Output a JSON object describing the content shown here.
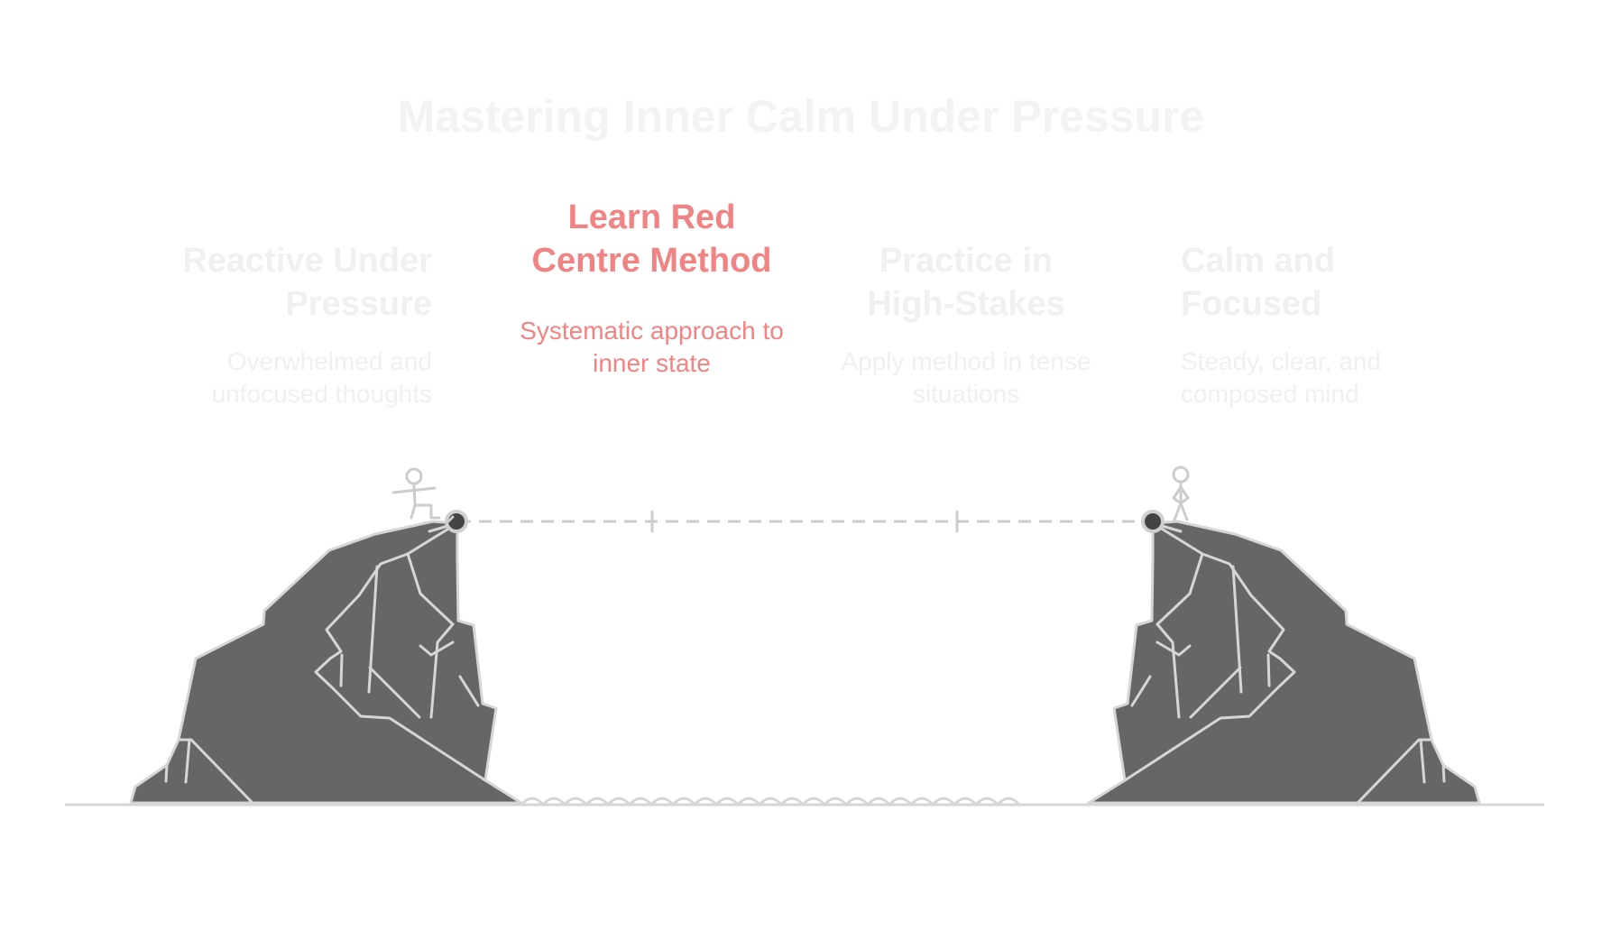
{
  "title": "Mastering Inner Calm Under Pressure",
  "stages": [
    {
      "heading": "Reactive Under Pressure",
      "description": "Overwhelmed and unfocused thoughts",
      "state": "faded"
    },
    {
      "heading": "Learn Red Centre Method",
      "description": "Systematic approach to inner state",
      "state": "active"
    },
    {
      "heading": "Practice in High-Stakes",
      "description": "Apply method in tense situations",
      "state": "faded"
    },
    {
      "heading": "Calm and Focused",
      "description": "Steady, clear, and composed mind",
      "state": "faded"
    }
  ],
  "colors": {
    "accent": "#f08383",
    "faded_text": "#f0f0f0",
    "rock_fill": "#666666",
    "rock_stroke": "#d6d6d6",
    "line": "#d0d0d0"
  }
}
